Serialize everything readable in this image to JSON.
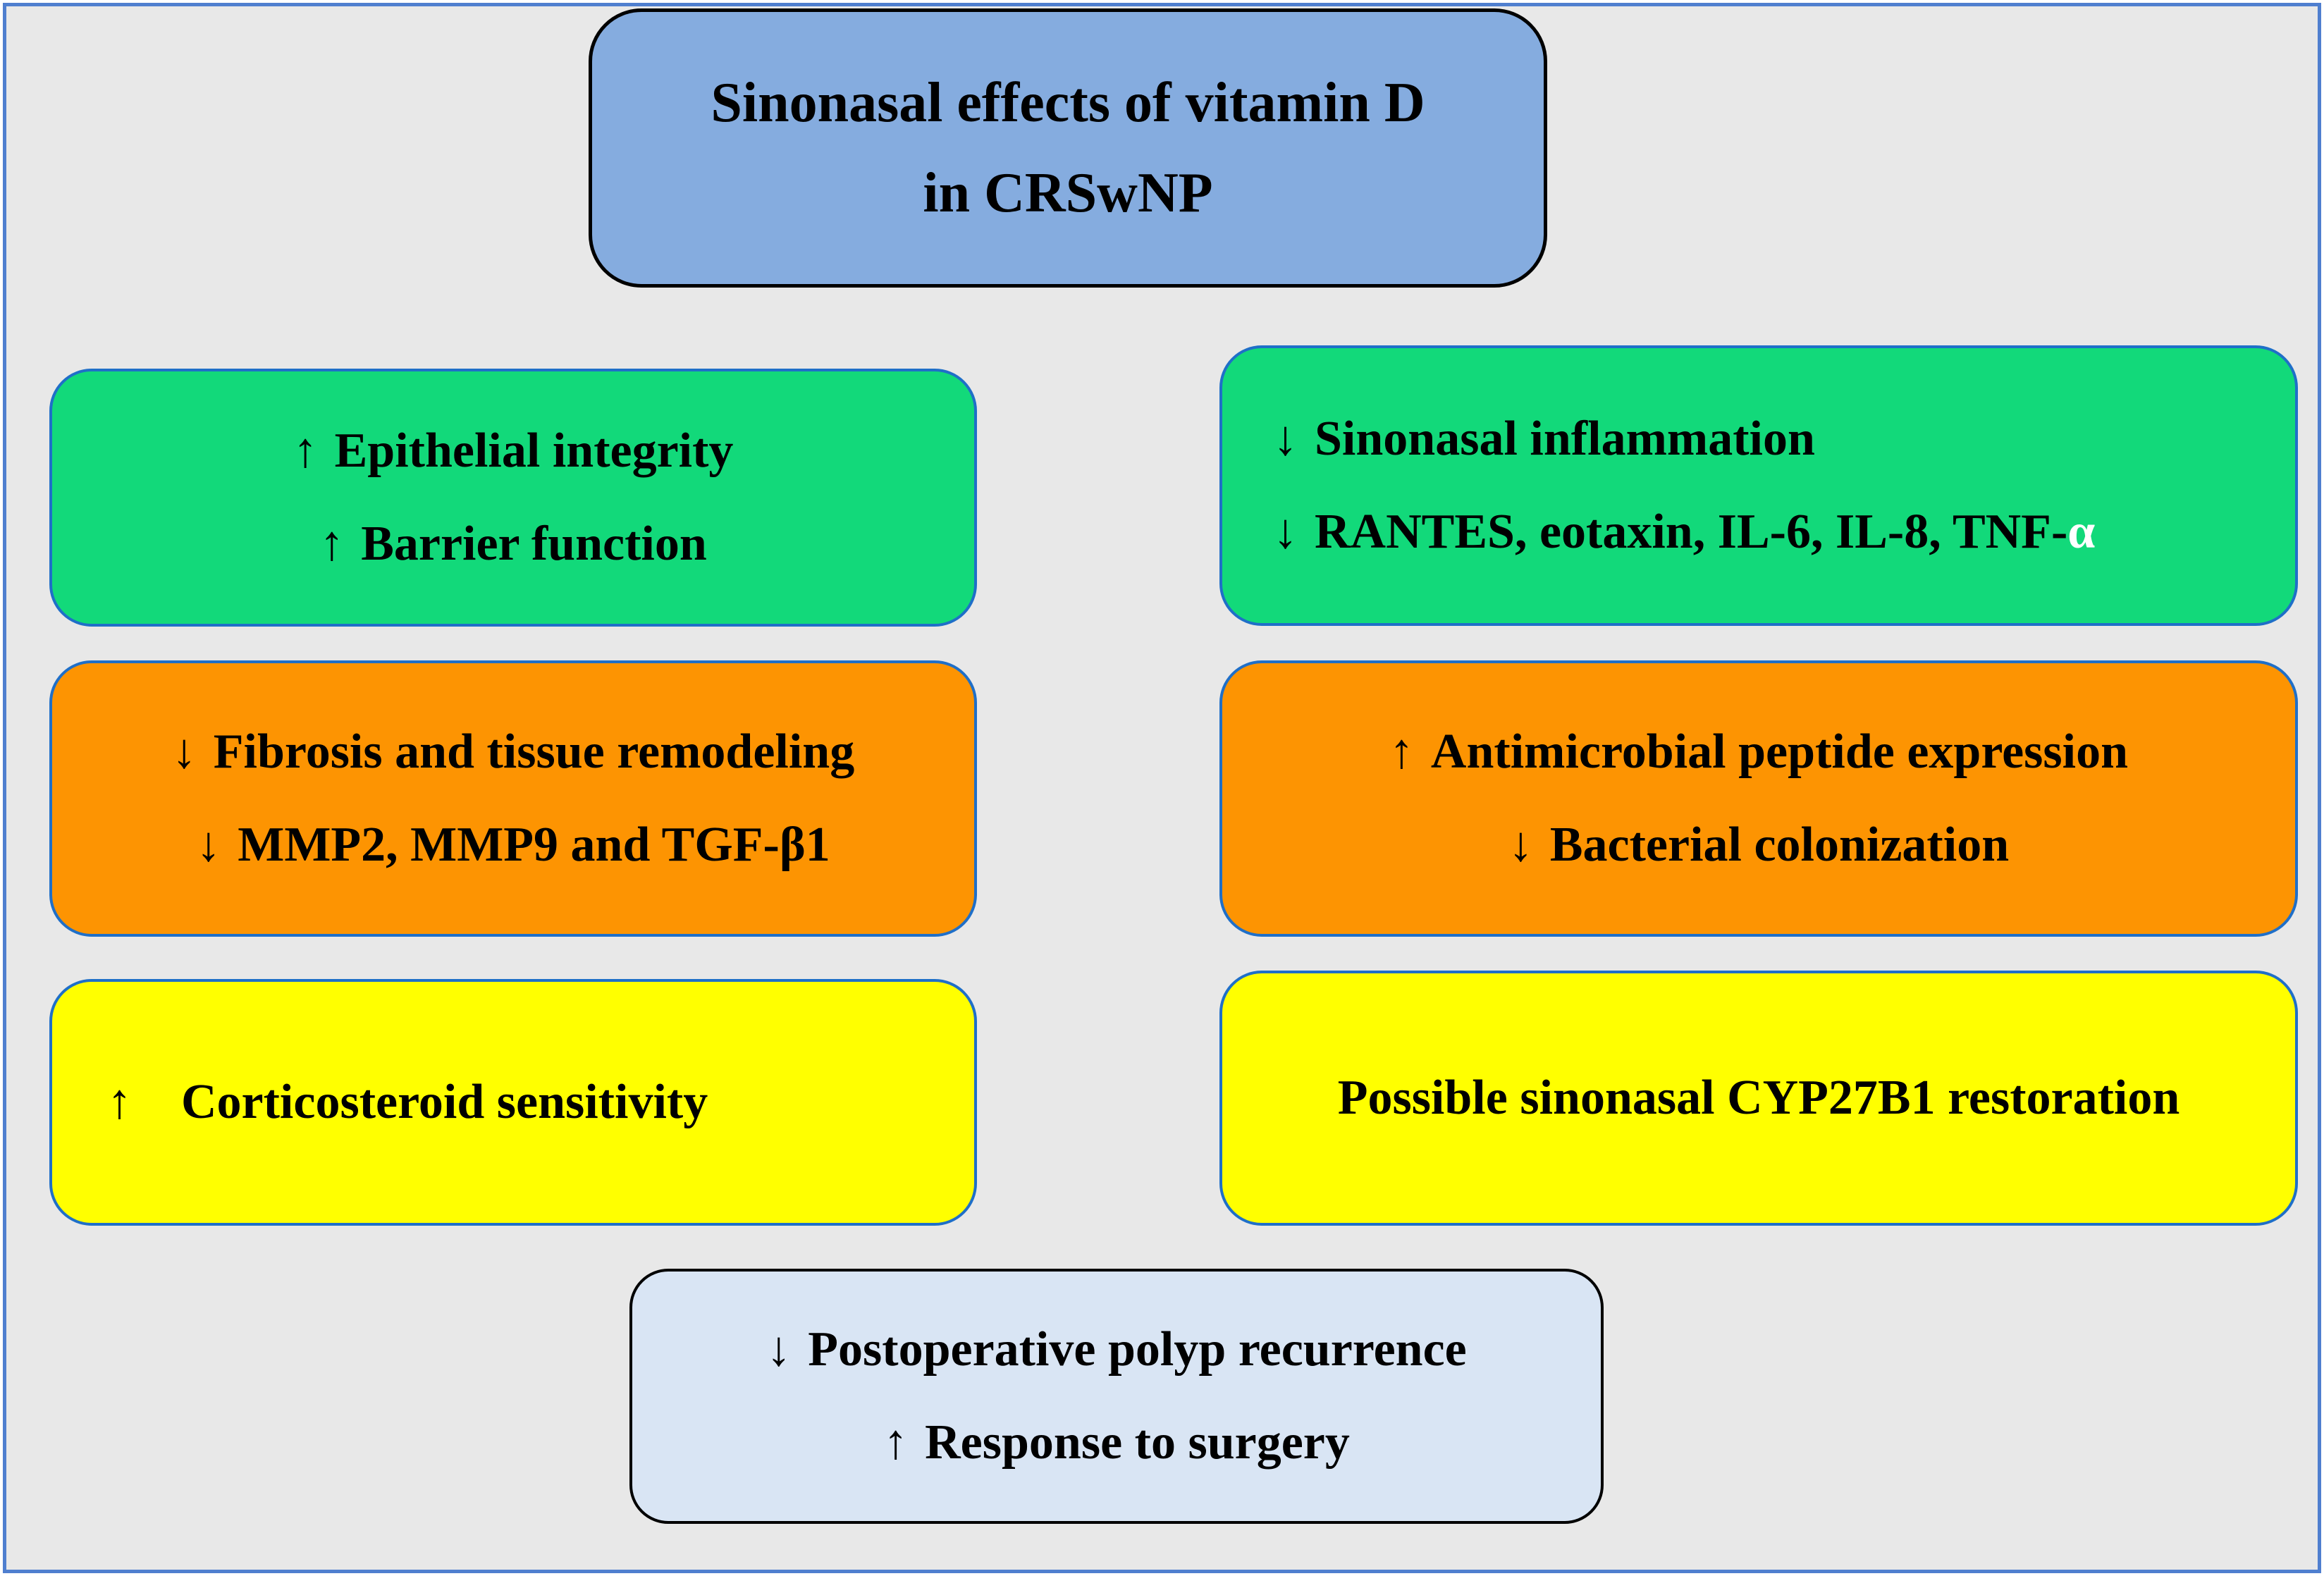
{
  "title": {
    "line1": "Sinonasal effects of vitamin D",
    "line2": "in CRSwNP"
  },
  "boxes": {
    "epithelial": {
      "line1_arrow": "↑",
      "line1": "Epithelial integrity",
      "line2_arrow": "↑",
      "line2": "Barrier function"
    },
    "inflammation": {
      "line1_arrow": "↓",
      "line1": "Sinonasal inflammation",
      "line2_arrow": "↓",
      "line2": "RANTES, eotaxin, IL-6, IL-8, TNF-",
      "line2_symbol": "α"
    },
    "fibrosis": {
      "line1_arrow": "↓",
      "line1": "Fibrosis and tissue remodeling",
      "line2_arrow": "↓",
      "line2": "MMP2, MMP9 and TGF-β1"
    },
    "antimicrobial": {
      "line1_arrow": "↑",
      "line1": "Antimicrobial peptide expression",
      "line2_arrow": "↓",
      "line2": "Bacterial colonization"
    },
    "corticosteroid": {
      "line1_arrow": "↑",
      "line1": "Corticosteroid sensitivity"
    },
    "cyp27b1": {
      "line1": "Possible sinonasal CYP27B1 restoration"
    },
    "outcome": {
      "line1_arrow": "↓",
      "line1": "Postoperative polyp recurrence",
      "line2_arrow": "↑",
      "line2": "Response to surgery"
    }
  },
  "colors": {
    "title_fill": "#85acdf",
    "green_fill": "#12d97a",
    "orange_fill": "#fd9402",
    "yellow_fill": "#ffff00",
    "outcome_fill": "#d9e5f4",
    "box_border": "#1f6fc8",
    "frame_border": "#4f7fcf",
    "background": "#e8e8e8"
  }
}
